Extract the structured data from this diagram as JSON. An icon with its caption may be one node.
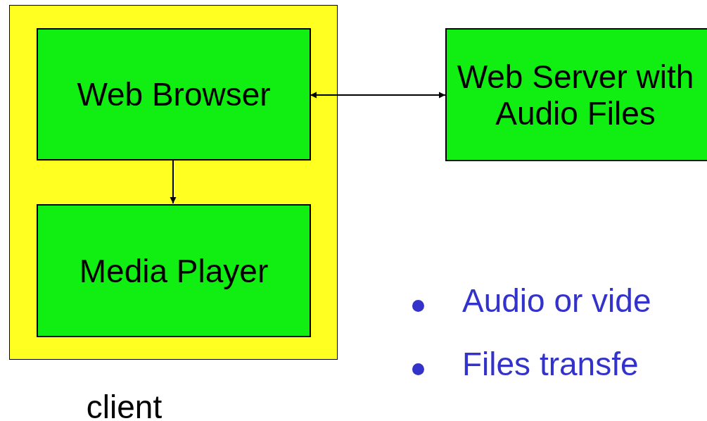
{
  "diagram": {
    "nodes": [
      {
        "text": [],
        "beside": [
          "client"
        ],
        "shape": "box"
      },
      {
        "text": [
          "Web Browser"
        ],
        "in": 0
      },
      {
        "text": [
          "Media Player"
        ],
        "in": 0
      },
      {
        "text": [
          "Web Server with Audio Files"
        ]
      }
    ],
    "edges": [
      {
        "from": 1,
        "to": 3,
        "arrow": "both"
      },
      {
        "from": 1,
        "to": 2,
        "arrow": "to"
      }
    ],
    "labels": [
      "Audio or vide",
      "Files transfe"
    ]
  }
}
